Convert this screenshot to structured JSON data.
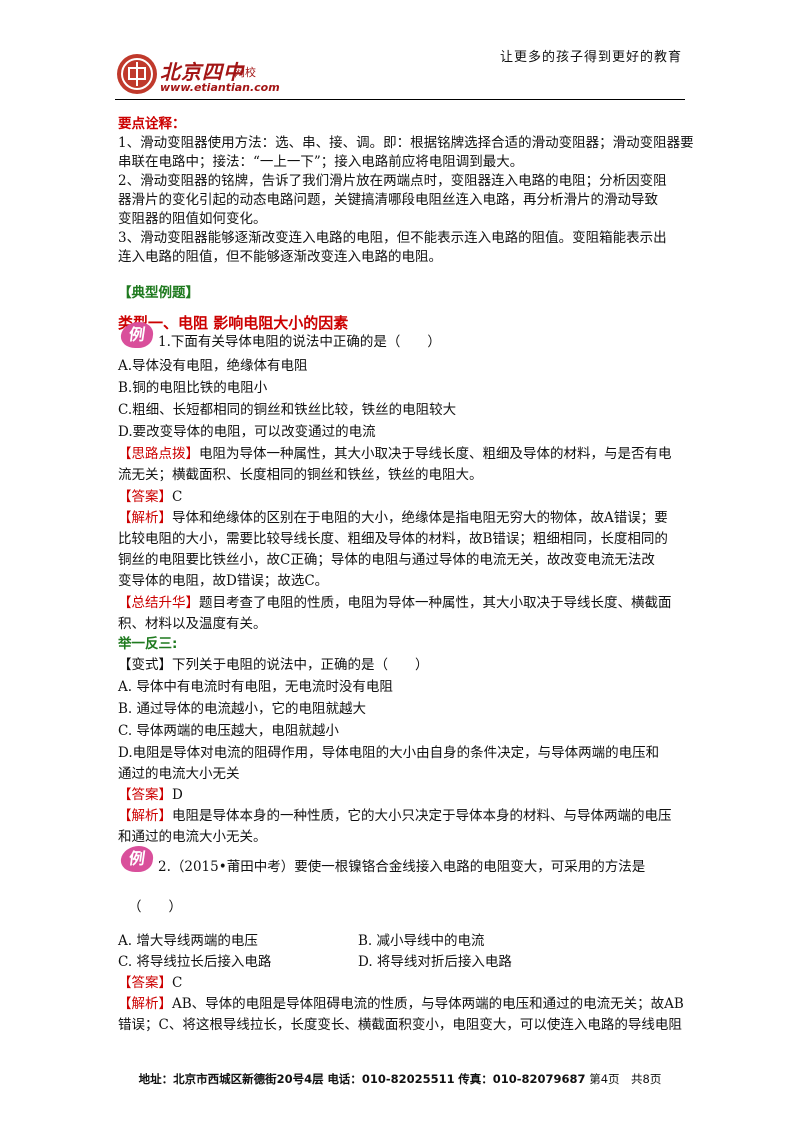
{
  "header": {
    "logo_name": "北京四中",
    "logo_sub": "网校",
    "logo_url": "www.etiantian.com",
    "slogan": "让更多的孩子得到更好的教育"
  },
  "key_points": {
    "title": "要点诠释：",
    "lines": [
      "1、滑动变阻器使用方法：选、串、接、调。即：根据铭牌选择合适的滑动变阻器；滑动变阻器要",
      "串联在电路中；接法：“一上一下”；接入电路前应将电阻调到最大。",
      "2、滑动变阻器的铭牌，告诉了我们滑片放在两端点时，变阻器连入电路的电阻；分析因变阻",
      "器滑片的变化引起的动态电路问题，关键搞清哪段电阻丝连入电路，再分析滑片的滑动导致",
      "变阻器的阻值如何变化。",
      "3、滑动变阻器能够逐渐改变连入电路的电阻，但不能表示连入电路的阻值。变阻箱能表示出",
      "连入电路的阻值，但不能够逐渐改变连入电路的电阻。"
    ]
  },
  "examples_title": "【典型例题】",
  "type1_title": "类型一、电阻 影响电阻大小的因素",
  "badge": "例",
  "q1": {
    "stem": "1.下面有关导体电阻的说法中正确的是（　　）",
    "options": [
      "A.导体没有电阻，绝缘体有电阻",
      "B.铜的电阻比铁的电阻小",
      "C.粗细、长短都相同的铜丝和铁丝比较，铁丝的电阻较大",
      "D.要改变导体的电阻，可以改变通过的电流"
    ],
    "hint_tag": "【思路点拨】",
    "hint_lines": [
      "电阻为导体一种属性，其大小取决于导线长度、粗细及导体的材料，与是否有电",
      "流无关；横截面积、长度相同的铜丝和铁丝，铁丝的电阻大。"
    ],
    "answer_tag": "【答案】",
    "answer": "C",
    "analysis_tag": "【解析】",
    "analysis_lines": [
      "导体和绝缘体的区别在于电阻的大小，绝缘体是指电阻无穷大的物体，故A错误；要",
      "比较电阻的大小，需要比较导线长度、粗细及导体的材料，故B错误；粗细相同，长度相同的",
      "铜丝的电阻要比铁丝小，故C正确；导体的电阻与通过导体的电流无关，故改变电流无法改",
      "变导体的电阻，故D错误；故选C。"
    ],
    "summary_tag": "【总结升华】",
    "summary_lines": [
      "题目考查了电阻的性质，电阻为导体一种属性，其大小取决于导线长度、横截面",
      "积、材料以及温度有关。"
    ]
  },
  "variant": {
    "title": "举一反三:",
    "stem": "【变式】下列关于电阻的说法中，正确的是（　　）",
    "options": [
      "A. 导体中有电流时有电阻，无电流时没有电阻",
      "B. 通过导体的电流越小，它的电阻就越大",
      "C. 导体两端的电压越大，电阻就越小",
      "D.电阻是导体对电流的阻碍作用，导体电阻的大小由自身的条件决定，与导体两端的电压和",
      "通过的电流大小无关"
    ],
    "answer_tag": "【答案】",
    "answer": "D",
    "analysis_tag": "【解析】",
    "analysis_lines": [
      "电阻是导体本身的一种性质，它的大小只决定于导体本身的材料、与导体两端的电压",
      "和通过的电流大小无关。"
    ]
  },
  "q2": {
    "stem": "2.（2015•莆田中考）要使一根镍铬合金线接入电路的电阻变大，可采用的方法是",
    "blank": "（　　）",
    "options": [
      "A. 增大导线两端的电压",
      "B. 减小导线中的电流",
      "C. 将导线拉长后接入电路",
      "D. 将导线对折后接入电路"
    ],
    "answer_tag": "【答案】",
    "answer": "C",
    "analysis_tag": "【解析】",
    "analysis_lines": [
      "AB、导体的电阻是导体阻碍电流的性质，与导体两端的电压和通过的电流无关；故AB",
      "错误；C、将这根导线拉长，长度变长、横截面积变小，电阻变大，可以使连入电路的导线电阻"
    ]
  },
  "footer": {
    "address_label": "地址：",
    "address": "北京市西城区新德街20号4层",
    "phone_label": "电话：",
    "phone": "010-82025511",
    "fax_label": "传真：",
    "fax": "010-82079687",
    "page": "第4页　共8页"
  }
}
